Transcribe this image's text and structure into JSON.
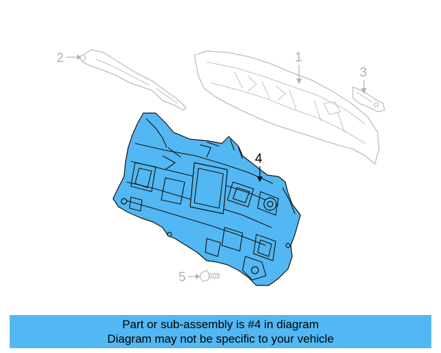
{
  "callouts": {
    "part1": "1",
    "part2": "2",
    "part3": "3",
    "part4": "4",
    "part5": "5"
  },
  "banner": {
    "line1": "Part or sub-assembly is #4 in diagram",
    "line2": "Diagram may not be specific to your vehicle"
  },
  "colors": {
    "highlight": "#52b7f2",
    "ghost": "#bdbdbd",
    "banner": "#52b7f2"
  }
}
